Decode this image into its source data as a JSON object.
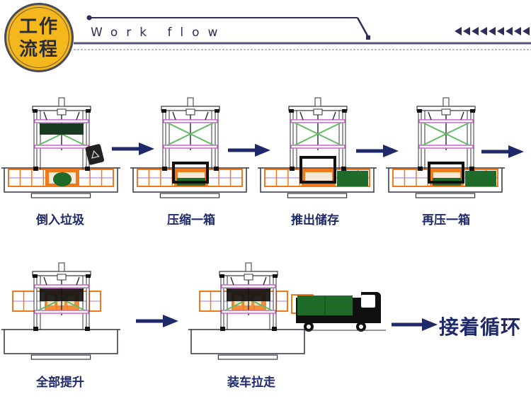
{
  "header": {
    "badge_line1": "工作",
    "badge_line2": "流程",
    "title": "Work flow",
    "badge_color": "#f4b81c",
    "line_color": "#2e2e5c"
  },
  "steps": [
    {
      "label": "倒入垃圾"
    },
    {
      "label": "压缩一箱"
    },
    {
      "label": "推出储存"
    },
    {
      "label": "再压一箱"
    },
    {
      "label": "全部提升"
    },
    {
      "label": "装车拉走"
    }
  ],
  "loop": {
    "label": "接着循环"
  },
  "colors": {
    "arrow": "#1f2a6b",
    "frame": "#333340",
    "brace": "#cc66cc",
    "cross": "#66bb66",
    "box": "#f07a1a",
    "waste": "#1f6b2a"
  }
}
